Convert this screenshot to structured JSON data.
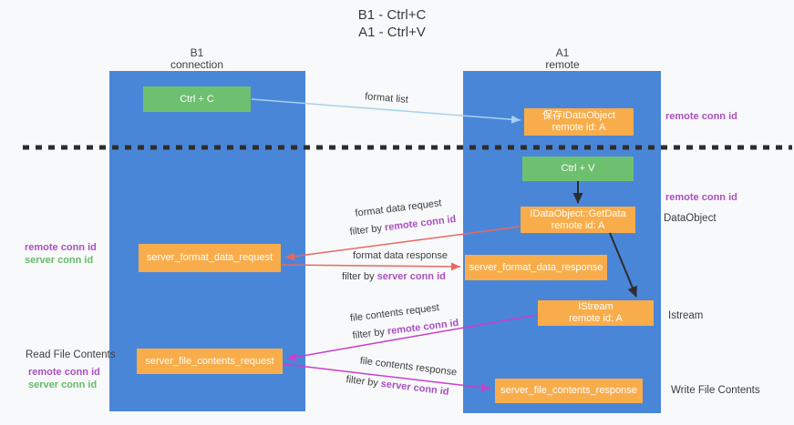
{
  "title": {
    "line1": "B1 - Ctrl+C",
    "line2": "A1 - Ctrl+V"
  },
  "lanes": {
    "left": {
      "name": "B1",
      "role": "connection"
    },
    "right": {
      "name": "A1",
      "role": "remote"
    }
  },
  "boxes": {
    "ctrl_c": {
      "label": "Ctrl + C"
    },
    "ctrl_v": {
      "label": "Ctrl + V"
    },
    "saved_dataobject": {
      "line1": "保存IDataObject",
      "line2": "remote id: A"
    },
    "getdata": {
      "line1": "IDataObject::GetData",
      "line2": "remote id: A"
    },
    "istream": {
      "line1": "IStream",
      "line2": "remote id: A"
    },
    "format_request": {
      "label": "server_format_data_request"
    },
    "format_response": {
      "label": "server_format_data_response"
    },
    "file_request": {
      "label": "server_file_contents_request"
    },
    "file_response": {
      "label": "server_file_contents_response"
    }
  },
  "flow_labels": {
    "format_list": "format list",
    "format_data_request": "format data request",
    "format_data_response": "format data response",
    "file_contents_request": "file contents request",
    "file_contents_response": "file contents response",
    "filter_by": "filter by",
    "remote_conn_id": "remote conn id",
    "server_conn_id": "server conn id"
  },
  "side_labels": {
    "left": {
      "remote_conn_id": "remote conn id",
      "server_conn_id": "server conn id",
      "read_file_contents": "Read File Contents",
      "remote_conn_id_2": "remote conn id",
      "server_conn_id_2": "server conn id"
    },
    "right": {
      "remote_conn_id_top": "remote conn id",
      "remote_conn_id_mid": "remote conn id",
      "dataobject": "DataObject",
      "istream": "Istream",
      "write_file_contents": "Write File Contents"
    }
  },
  "colors": {
    "bg": "#f8f9fa",
    "lane_blue": "#4a86d8",
    "box_green": "#6ec071",
    "box_orange": "#f9ad4a",
    "arrow_red": "#e8695f",
    "arrow_magenta": "#c93fc9",
    "arrow_lightblue": "#a8d2ee",
    "arrow_black": "#2d2d2d",
    "purple_text": "#a950c0",
    "green_text": "#66bb6a"
  }
}
